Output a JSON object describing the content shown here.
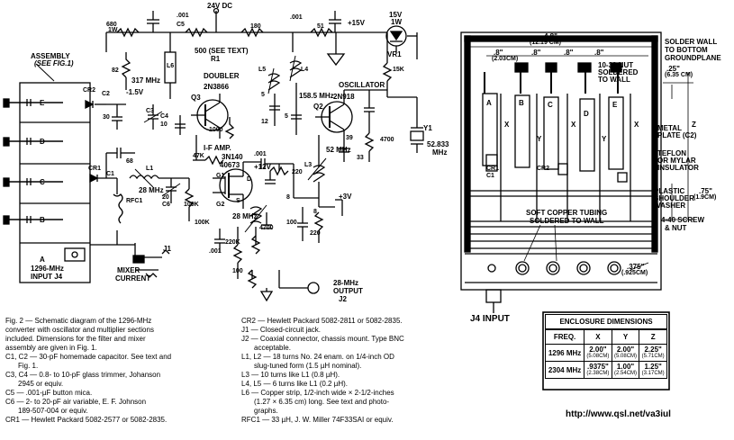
{
  "schematic": {
    "assembly_label": "ASSEMBLY",
    "assembly_ref": "(SEE FIG.1)",
    "input_label": "1296-MHz",
    "input_ref": "INPUT J4",
    "mixer_label": "MIXER",
    "mixer_label2": "CURRENT",
    "sections": [
      "E",
      "D",
      "C",
      "B",
      "A"
    ],
    "supply": "24V DC",
    "r1": "500 (SEE TEXT)",
    "r1_ref": "R1",
    "doubler": "DOUBLER",
    "oscillator": "OSCILLATOR",
    "ifamp": "I-F AMP.",
    "q3": "Q3",
    "q3_part": "2N3866",
    "q2": "Q2",
    "q2_part": "2N918",
    "q1_part": "3N140",
    "q1_part2": "40673",
    "vr1": "VR1",
    "vr1_rating": "15V",
    "vr1_rating2": "1W",
    "plus15": "+15V",
    "plus12": "+12V",
    "plus3": "+3V",
    "minus15": "-1.5V",
    "y1": "Y1",
    "y1_freq": "52.833",
    "y1_unit": "MHz",
    "f317": "317 MHz",
    "f1585": "158.5 MHz",
    "f52": "52 MHz",
    "f28a": "28 MHz",
    "f28b": "28 MHz",
    "out_label": "28-MHz",
    "out_label2": "OUTPUT",
    "out_ref": "J2",
    "j1": "J1",
    "parts": {
      "r680": "680",
      "r680w": "1W",
      "c001a": ".001",
      "c5": "C5",
      "r180": "180",
      "c001b": ".001",
      "r51": "51",
      "r82": "82",
      "l6": "L6",
      "l5": "L5",
      "l4": "L4",
      "r15k": "15K",
      "cr2": "CR2",
      "c2": "C2",
      "c30": "30",
      "c3": "C3",
      "c4": "C4",
      "c10": "10",
      "r1000": "1000",
      "c12": "12",
      "c5b": "5",
      "c5c": "5",
      "c39": "39",
      "c33": "33",
      "r4700a": "4700",
      "cr1": "CR1",
      "c1": "C1",
      "c68": "68",
      "l1": "L1",
      "rfc1": "RFC1",
      "r47k": "47K",
      "c20": "20",
      "c6": "C6",
      "r100ka": "100K",
      "r100kb": "100K",
      "g1": "G1",
      "g2": "G2",
      "s": "S",
      "d": "D",
      "c001c": ".001",
      "c220": "220",
      "l3": "L3",
      "r100a": "100",
      "r220": "220",
      "r220k": "220K",
      "r4700b": "4700",
      "r100b": "100",
      "n8a": "8",
      "n8b": "8",
      "c001d": ".001"
    }
  },
  "enclosure_drawing": {
    "dim_48": "4.8\"",
    "dim_48m": "(12.19 CM)",
    "dim_8a": ".8\"",
    "dim_8am": "(2.03CM)",
    "dim_8b": ".8\"",
    "dim_8c": ".8\"",
    "dim_8d": ".8\"",
    "nut_note": "10-32 NUT",
    "nut_note2": "SOLDERED",
    "nut_note3": "TO WALL",
    "solder_note": "SOLDER WALL",
    "solder_note2": "TO BOTTOM",
    "solder_note3": "GROUNDPLANE",
    "dim_25": ".25\"",
    "dim_25m": "(6.35 CM)",
    "dim_z": "Z",
    "metal_plate": "METAL",
    "metal_plate2": "PLATE (C2)",
    "teflon": "TEFLON",
    "teflon2": "OR MYLAR",
    "teflon3": "INSULATOR",
    "plastic": "PLASTIC",
    "plastic2": "SHOULDER",
    "plastic3": "WASHER",
    "screw": "4-40 SCREW",
    "screw2": "& NUT",
    "dim_75": ".75\"",
    "dim_75m": "(1.9CM)",
    "copper_note": "SOFT COPPER TUBING",
    "copper_note2": "SOLDERED TO WALL",
    "dim_375": ".375\"",
    "dim_375m": "(.925CM)",
    "j4": "J4 INPUT",
    "sections": [
      "A",
      "B",
      "C",
      "D",
      "E"
    ],
    "x": "X",
    "y": "Y",
    "cr1": "CR1",
    "cr2": "CR2",
    "c1": "C1"
  },
  "enclosure_table": {
    "title": "ENCLOSURE DIMENSIONS",
    "headers": [
      "FREQ.",
      "X",
      "Y",
      "Z"
    ],
    "rows": [
      {
        "freq": "1296 MHz",
        "x": "2.00\"",
        "xm": "(5.08CM)",
        "y": "2.00\"",
        "ym": "(5.08CM)",
        "z": "2.25\"",
        "zm": "(5.71CM)"
      },
      {
        "freq": "2304 MHz",
        "x": ".9375\"",
        "xm": "(2.38CM)",
        "y": "1.00\"",
        "ym": "(2.54CM)",
        "z": "1.25\"",
        "zm": "(3.17CM)"
      }
    ]
  },
  "caption_left": [
    "Fig. 2 — Schematic diagram of the 1296-MHz",
    "converter with oscillator and multiplier sections",
    "included. Dimensions for the filter and mixer",
    "assembly are given in Fig. 1.",
    "C1, C2 — 30-pF homemade capacitor. See text and",
    "Fig. 1.",
    "C3, C4 — 0.8- to 10-pF glass trimmer, Johanson",
    "2945 or equiv.",
    "C5 — .001-µF button mica.",
    "C6 — 2- to 20-pF air variable, E. F. Johnson",
    "189-507-004 or equiv.",
    "CR1 — Hewlett Packard 5082-2577 or 5082-2835."
  ],
  "caption_right": [
    "CR2 — Hewlett Packard 5082-2811 or 5082-2835.",
    "J1 — Closed-circuit jack.",
    "J2 — Coaxial connector, chassis mount. Type BNC",
    "acceptable.",
    "L1, L2 — 18 turns No. 24 enam. on 1/4-inch OD",
    "slug-tuned form (1.5 µH nominal).",
    "L3 — 10 turns like L1 (0.8 µH).",
    "L4, L5 — 6 turns like L1 (0.2 µH).",
    "L6 — Copper strip, 1/2-inch wide × 2-1/2-inches",
    "(1.27 × 6.35 cm) long. See text and photo-",
    "graphs.",
    "RFC1 — 33 µH, J. W. Miller 74F33SAI or equiv."
  ],
  "url": "http://www.qsl.net/va3iul"
}
